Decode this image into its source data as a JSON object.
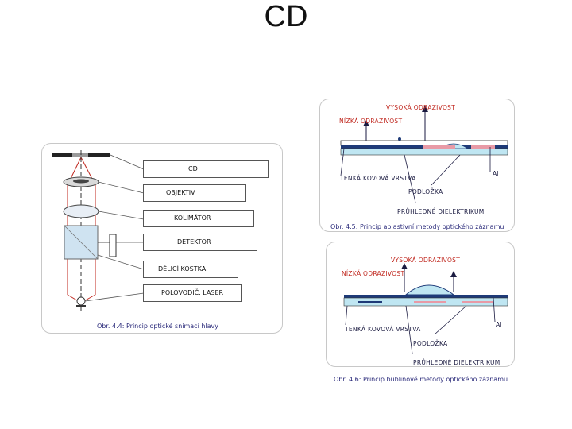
{
  "title": "CD",
  "left_panel": {
    "labels": [
      "CD",
      "OBJEKTIV",
      "KOLIMÁTOR",
      "DETEKTOR",
      "DĚLICÍ KOSTKA",
      "POLOVODIČ. LASER"
    ],
    "caption": "Obr. 4.4: Princip optické snímací hlavy"
  },
  "top_right_panel": {
    "high_reflect": "VYSOKÁ ODRAZIVOST",
    "low_reflect": "NÍZKÁ ODRAZIVOST",
    "thin_layer": "TENKÁ KOVOVÁ VRSTVA",
    "al": "Al",
    "substrate": "PODLOŽKA",
    "dielectric": "PRŮHLEDNÉ DIELEKTRIKUM",
    "caption": "Obr. 4.5: Princip ablastivní metody optického záznamu"
  },
  "bottom_right_panel": {
    "high_reflect": "VYSOKÁ ODRAZIVOST",
    "low_reflect": "NÍZKÁ ODRAZIVOST",
    "thin_layer": "TENKÁ KOVOVÁ VRSTVA",
    "al": "Al",
    "substrate": "PODLOŽKA",
    "dielectric": "PRŮHLEDNÉ DIELEKTRIKUM",
    "caption": "Obr. 4.6: Princip bublinové metody optického záznamu"
  },
  "colors": {
    "red_label": "#c0281f",
    "caption": "#2a2a7a",
    "disc_cyan": "#bfe6f2",
    "beam": "#0a2a8a"
  }
}
